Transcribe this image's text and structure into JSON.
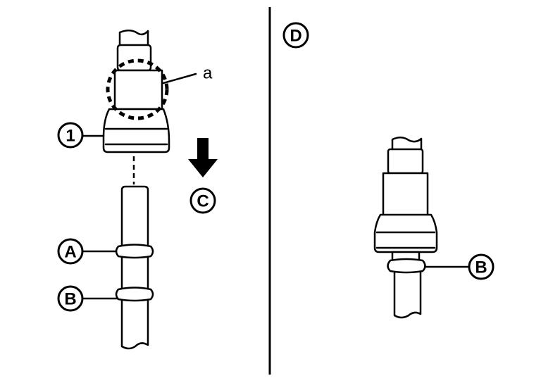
{
  "labels": {
    "part_1": "1",
    "ring_a": "A",
    "ring_b": "B",
    "direction": "C",
    "installed_view": "D",
    "ring_b_installed": "B",
    "area_a": "a"
  }
}
